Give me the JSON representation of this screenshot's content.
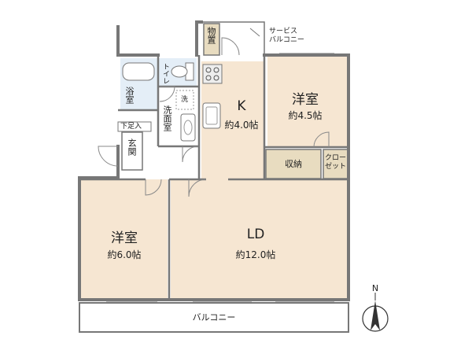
{
  "rooms": {
    "western_room_a": {
      "name": "洋室",
      "size": "約4.5帖"
    },
    "kitchen": {
      "name": "K",
      "size": "約4.0帖"
    },
    "western_room_b": {
      "name": "洋室",
      "size": "約6.0帖"
    },
    "living_dining": {
      "name": "LD",
      "size": "約12.0帖"
    },
    "storage": {
      "name": "物置"
    },
    "closet": {
      "name": "収納"
    },
    "closet_small": {
      "name": "クロー\nゼット"
    },
    "bath": {
      "name": "浴室"
    },
    "toilet": {
      "name": "トイレ"
    },
    "washroom": {
      "name": "洗面室"
    },
    "washer": {
      "name": "洗"
    },
    "entrance": {
      "name": "玄関"
    },
    "shoe_box": {
      "name": "下足入"
    }
  },
  "balconies": {
    "service": "サービス\nバルコニー",
    "main": "バルコニー"
  },
  "compass": {
    "label": "N"
  },
  "colors": {
    "room_fill": "#f6e6d2",
    "wall": "#777777",
    "storage_fill": "#e8dcc0",
    "wet_fill": "#e4eef7",
    "floor_white": "#ffffff"
  }
}
